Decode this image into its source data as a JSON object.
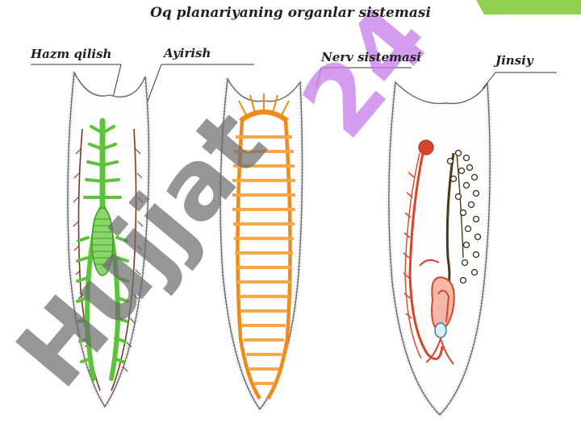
{
  "title": "Oq planariyaning organlar sistemasi",
  "labels": {
    "digestive": "Hazm qilish",
    "excretory": "Ayirish",
    "nervous": "Nerv sistemasi",
    "reproductive": "Jinsiy"
  },
  "watermark": "Hujjat 24",
  "colors": {
    "digestive": "#5cc43a",
    "excretory": "#7a3a22",
    "nervous": "#f08a1a",
    "reproductive": "#d8442a",
    "reproductive_male": "#4a3a18",
    "watermark_gray": "#6b6b6b",
    "watermark_violet": "#c77dea",
    "corner_accent": "#8fd14f"
  }
}
